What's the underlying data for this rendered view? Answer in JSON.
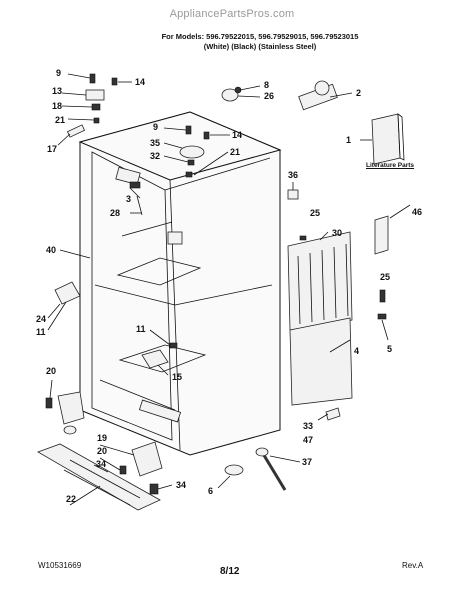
{
  "watermark": "AppliancePartsPros.com",
  "header": {
    "models_line": "For Models: 596.79522015, 596.79529015, 596.79523015",
    "colors_line": "(White)           (Black)   (Stainless Steel)"
  },
  "parts": [
    {
      "id": "p9a",
      "label": "9"
    },
    {
      "id": "p14a",
      "label": "14"
    },
    {
      "id": "p8",
      "label": "8"
    },
    {
      "id": "p13",
      "label": "13"
    },
    {
      "id": "p26",
      "label": "26"
    },
    {
      "id": "p2",
      "label": "2"
    },
    {
      "id": "p18",
      "label": "18"
    },
    {
      "id": "p21a",
      "label": "21"
    },
    {
      "id": "p17",
      "label": "17"
    },
    {
      "id": "p9b",
      "label": "9"
    },
    {
      "id": "p14b",
      "label": "14"
    },
    {
      "id": "p1",
      "label": "1"
    },
    {
      "id": "p35",
      "label": "35"
    },
    {
      "id": "p32",
      "label": "32"
    },
    {
      "id": "p21b",
      "label": "21"
    },
    {
      "id": "p3",
      "label": "3"
    },
    {
      "id": "p36",
      "label": "36"
    },
    {
      "id": "p28",
      "label": "28"
    },
    {
      "id": "p25a",
      "label": "25"
    },
    {
      "id": "p46",
      "label": "46"
    },
    {
      "id": "p30",
      "label": "30"
    },
    {
      "id": "p40",
      "label": "40"
    },
    {
      "id": "p25b",
      "label": "25"
    },
    {
      "id": "p24",
      "label": "24"
    },
    {
      "id": "p11a",
      "label": "11"
    },
    {
      "id": "p11b",
      "label": "11"
    },
    {
      "id": "p5",
      "label": "5"
    },
    {
      "id": "p4",
      "label": "4"
    },
    {
      "id": "p15",
      "label": "15"
    },
    {
      "id": "p20a",
      "label": "20"
    },
    {
      "id": "p33",
      "label": "33"
    },
    {
      "id": "p47",
      "label": "47"
    },
    {
      "id": "p19",
      "label": "19"
    },
    {
      "id": "p20b",
      "label": "20"
    },
    {
      "id": "p34a",
      "label": "34"
    },
    {
      "id": "p37",
      "label": "37"
    },
    {
      "id": "p34b",
      "label": "34"
    },
    {
      "id": "p6",
      "label": "6"
    },
    {
      "id": "p22",
      "label": "22"
    }
  ],
  "literature_label": "Literature Parts",
  "footer": {
    "doc_number": "W10531669",
    "page": "8/12",
    "revision": "Rev.A"
  }
}
